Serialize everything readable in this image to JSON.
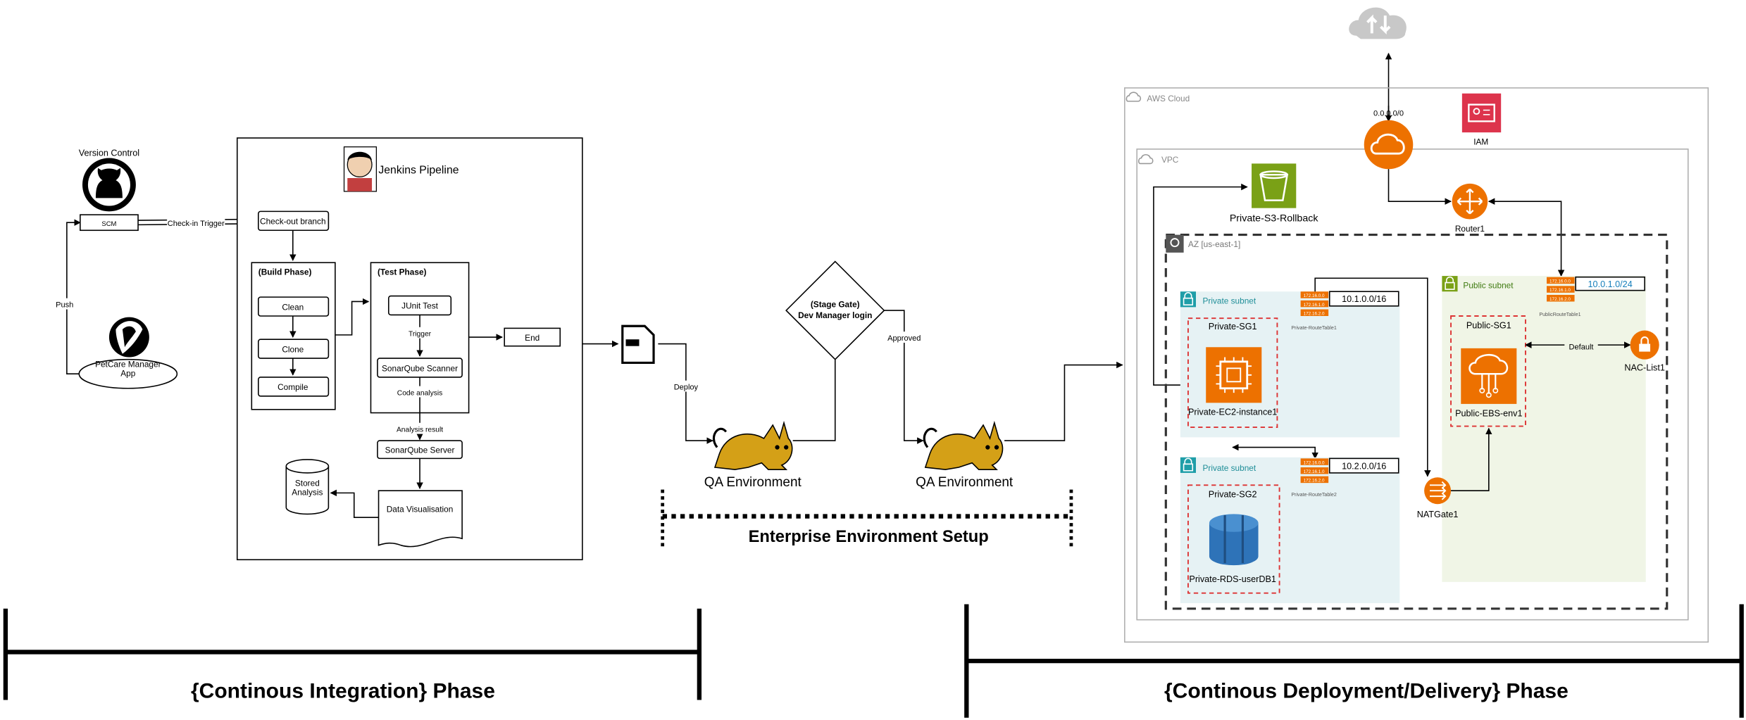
{
  "ci": {
    "version_control": "Version Control",
    "scm": "SCM",
    "push": "Push",
    "checkin_trigger": "Check-in Trigger",
    "app": "PetCare Manager\nApp",
    "jenkins_title": "Jenkins Pipeline",
    "checkout": "Check-out branch",
    "build_phase": "(Build Phase)",
    "clean": "Clean",
    "clone": "Clone",
    "compile": "Compile",
    "test_phase": "(Test Phase)",
    "junit": "JUnit Test",
    "trigger": "Trigger",
    "sonar_scanner": "SonarQube Scanner",
    "code_analysis": "Code analysis",
    "analysis_result": "Analysis result",
    "sonar_server": "SonarQube Server",
    "stored_analysis": "Stored\nAnalysis",
    "data_vis": "Data Visualisation",
    "end": "End"
  },
  "deploy": {
    "file_icon": "war",
    "deploy_label": "Deploy",
    "qa_env_1": "QA Environment",
    "stage_gate": "(Stage Gate)",
    "stage_gate_2": "Dev Manager login",
    "approved": "Approved",
    "qa_env_2": "QA Environment",
    "enterprise_setup": "Enterprise Environment Setup"
  },
  "aws": {
    "aws_cloud": "AWS Cloud",
    "vpc": "VPC",
    "internet": "0.0.0.0/0",
    "iam": "IAM",
    "s3": "Private-S3-Rollback",
    "router": "Router1",
    "az": "AZ [us-east-1]",
    "private_subnet_1": "Private subnet",
    "rt_1_cidr": "10.1.0.0/16",
    "rt_1_name": "Private-RouteTable1",
    "sg_1": "Private-SG1",
    "ec2": "Private-EC2-instance1",
    "private_subnet_2": "Private subnet",
    "rt_2_cidr": "10.2.0.0/16",
    "rt_2_name": "Private-RouteTable2",
    "sg_2": "Private-SG2",
    "rds": "Private-RDS-userDB1",
    "public_subnet": "Public subnet",
    "rt_pub_cidr": "10.0.1.0/24",
    "rt_pub_name": "PublicRouteTable1",
    "sg_pub": "Public-SG1",
    "ebs": "Public-EBS-env1",
    "nacl": "NAC-List1",
    "default": "Default",
    "nat": "NATGate1",
    "rt_entries": [
      "172.16.0.0",
      "172.16.1.0",
      "172.16.2.0"
    ]
  },
  "phases": {
    "ci": "{Continous Integration} Phase",
    "cd": "{Continous Deployment/Delivery} Phase"
  },
  "colors": {
    "aws_orange": "#ED7100",
    "s3_green": "#7AA116",
    "iam_red": "#DD344C",
    "private_subnet_fill": "#E6F2F4",
    "public_subnet_fill": "#F0F5E6",
    "sg_red": "#DD3333",
    "rds_blue": "#2E73B8",
    "cidr_blue": "#147EBA"
  }
}
